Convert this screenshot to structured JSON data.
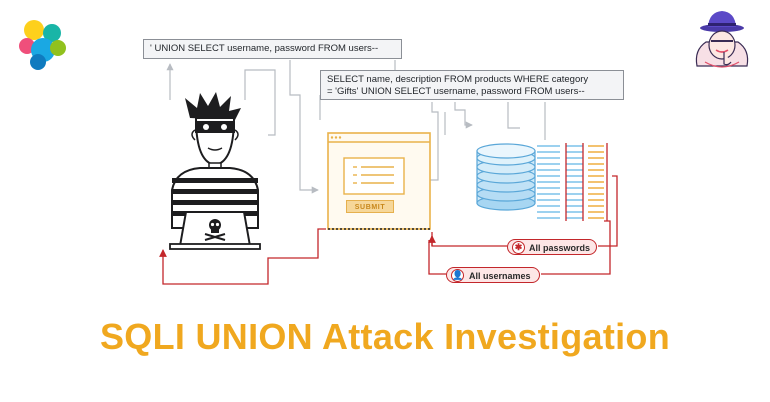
{
  "queries": {
    "attacker_input": "' UNION SELECT username, password FROM users--",
    "full_query_line1": "SELECT name, description FROM products WHERE category",
    "full_query_line2": "= 'Gifts' UNION SELECT username, password FROM users--"
  },
  "form": {
    "submit_label": "SUBMIT"
  },
  "results": {
    "passwords_label": "All passwords",
    "usernames_label": "All usernames"
  },
  "title": "SQLI UNION Attack Investigation",
  "colors": {
    "title": "#f0a81f",
    "alert_red": "#c3272b",
    "form_orange": "#e9b24a",
    "db_blue": "#7cc2ea",
    "connector_gray": "#b8bcc2"
  },
  "icons": [
    "brand-logo-icon",
    "hacker-avatar-icon",
    "skull-icon",
    "asterisk-icon",
    "user-icon"
  ]
}
